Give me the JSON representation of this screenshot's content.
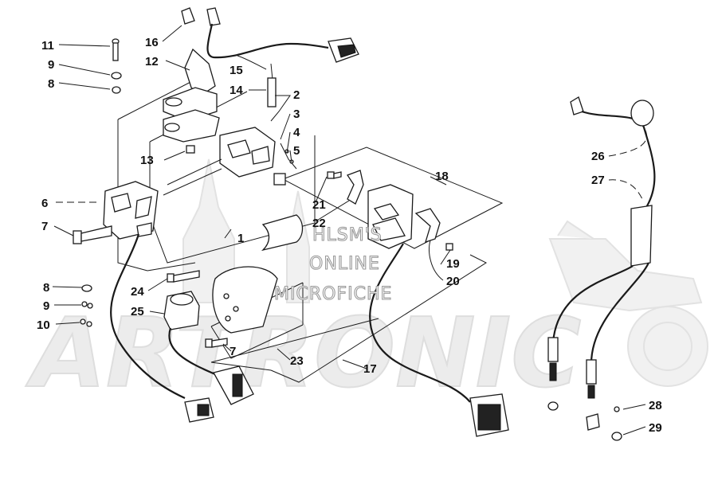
{
  "watermark": {
    "line1": "HLSM'S",
    "line2": "ONLINE",
    "line3": "MICROFICHE",
    "logo_text": "ARTRONIC"
  },
  "callouts": [
    "1",
    "2",
    "3",
    "4",
    "5",
    "6",
    "7",
    "8",
    "9",
    "10",
    "11",
    "12",
    "13",
    "14",
    "15",
    "16",
    "17",
    "18",
    "19",
    "20",
    "21",
    "22",
    "23",
    "24",
    "25",
    "26",
    "27",
    "28",
    "29"
  ],
  "callout_second_instances": [
    "7",
    "8",
    "9"
  ]
}
